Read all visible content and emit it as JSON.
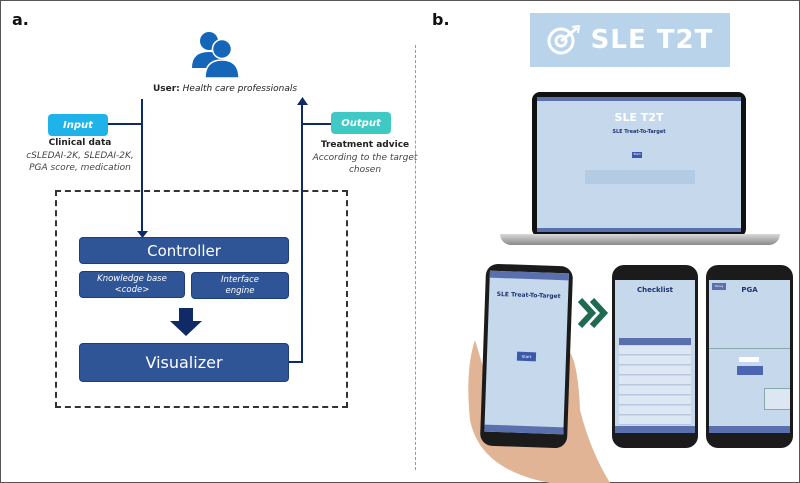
{
  "panel_a": {
    "label": "a.",
    "user_prefix": "User:",
    "user_text": "Health care professionals",
    "input_label": "Input",
    "input_title": "Clinical data",
    "input_lines": [
      "cSLEDAI-2K, SLEDAI-2K,",
      "PGA score, medication"
    ],
    "output_label": "Output",
    "output_title": "Treatment advice",
    "output_lines": [
      "According to the target",
      "chosen"
    ],
    "controller": "Controller",
    "knowledge_base": [
      "Knowledge base",
      "<code>"
    ],
    "interface_engine": [
      "Interface",
      "engine"
    ],
    "visualizer": "Visualizer",
    "colors": {
      "input": "#1fb3ea",
      "output": "#3fc9c4",
      "block": "#2f5597",
      "arrow": "#0f2a66",
      "user_icon": "#1565b8"
    }
  },
  "panel_b": {
    "label": "b.",
    "logo_text": "SLE T2T",
    "laptop": {
      "logo": "SLE T2T",
      "title": "SLE Treat-To-Target",
      "start": "Start"
    },
    "phone1": {
      "title": "SLE Treat-To-Target",
      "start": "Start"
    },
    "phone2": {
      "title": "Checklist"
    },
    "phone3": {
      "title": "PGA",
      "back": "Terug"
    },
    "chevron_color": "#1f6b52"
  }
}
